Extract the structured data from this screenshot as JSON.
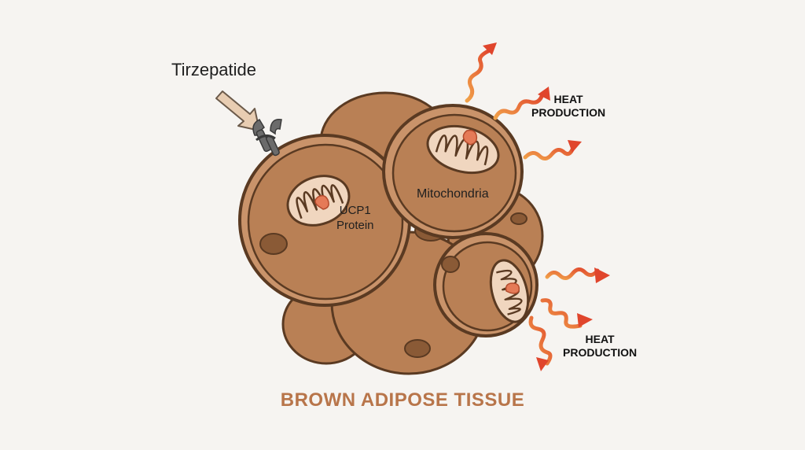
{
  "drug_label": "Tirzepatide",
  "organelle_label": "Mitochondria",
  "protein_label_line1": "UCP1",
  "protein_label_line2": "Protein",
  "heat_labels": [
    {
      "line1": "HEAT",
      "line2": "PRODUCTION"
    },
    {
      "line1": "HEAT",
      "line2": "PRODUCTION"
    }
  ],
  "title": "BROWN ADIPOSE TISSUE",
  "colors": {
    "cell_fill": "#c08a5e",
    "cell_outline": "#5a3a22",
    "cytoplasm": "#b98055",
    "lipid_droplet": "#8a5a36",
    "mito_outer": "#f0d6bf",
    "mito_cristae": "#5a3a22",
    "ucp1": "#e57a57",
    "heat_wave": "#e4552f",
    "title": "#b8754a",
    "receptor": "#6b6b6b",
    "drug_arrow": "#e8cdb2"
  }
}
